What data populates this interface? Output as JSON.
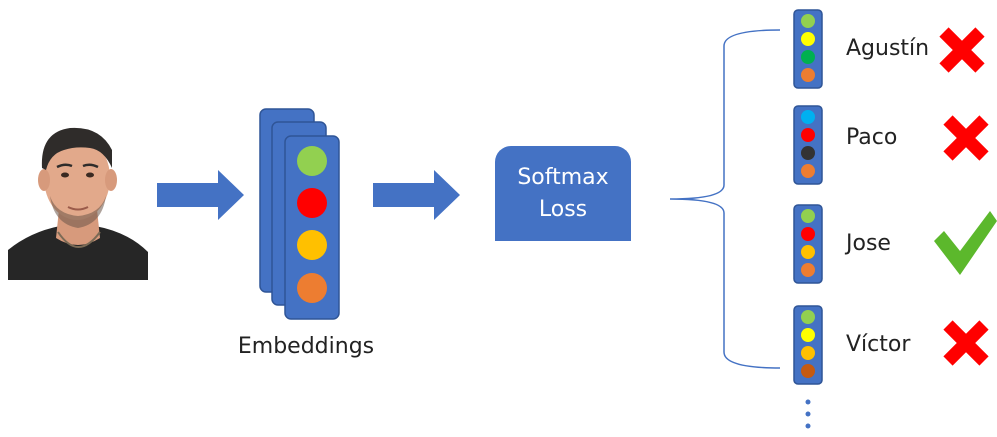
{
  "embeddings_label": "Embeddings",
  "softmax": {
    "line1": "Softmax",
    "line2": "Loss"
  },
  "embedding_dot_colors": [
    "#92d050",
    "#ff0000",
    "#ffc000",
    "#ed7d31"
  ],
  "outputs": [
    {
      "name": "Agustín",
      "result": "wrong",
      "dots": [
        "#92d050",
        "#ffff00",
        "#00b050",
        "#ed7d31"
      ]
    },
    {
      "name": "Paco",
      "result": "wrong",
      "dots": [
        "#00b0f0",
        "#ff0000",
        "#333333",
        "#ed7d31"
      ]
    },
    {
      "name": "Jose",
      "result": "correct",
      "dots": [
        "#92d050",
        "#ff0000",
        "#ffc000",
        "#ed7d31"
      ]
    },
    {
      "name": "Víctor",
      "result": "wrong",
      "dots": [
        "#92d050",
        "#ffff00",
        "#ffc000",
        "#c55a11"
      ]
    }
  ],
  "colors": {
    "blue": "#4472c4",
    "cross": "#ff0000",
    "check": "#5cb82c",
    "bracket": "#4472c4"
  }
}
